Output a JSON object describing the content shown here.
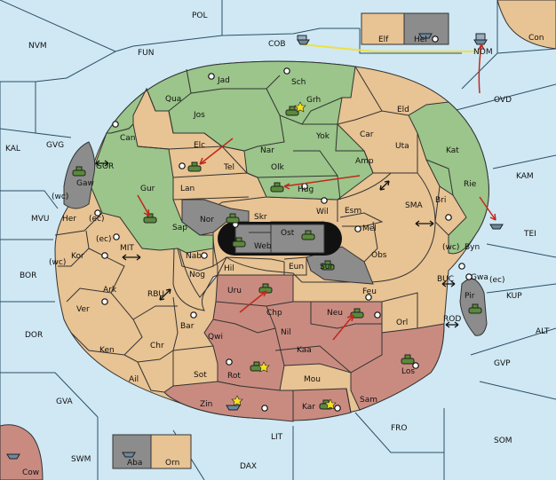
{
  "colors": {
    "sea": "#cfe8f4",
    "neutral": "#e8c393",
    "green": "#9bc58a",
    "red": "#c98b80",
    "grey": "#8c8c8c",
    "salmon": "#d9a18d",
    "arrow": "#c0291b",
    "convoy": "#f0e040"
  },
  "labels": {
    "POL": "POL",
    "NVM": "NVM",
    "FUN": "FUN",
    "COB": "COB",
    "Elf": "Elf",
    "Hel": "Hel",
    "NOM": "NOM",
    "Con": "Con",
    "Jad": "Jad",
    "Sch": "Sch",
    "OVD": "OVD",
    "Qua": "Qua",
    "Grh": "Grh",
    "Jos": "Jos",
    "Eld": "Eld",
    "KAL": "KAL",
    "GVG": "GVG",
    "Can": "Can",
    "Elc": "Elc",
    "Nar": "Nar",
    "Yok": "Yok",
    "Car": "Car",
    "Uta": "Uta",
    "Kat": "Kat",
    "Tel": "Tel",
    "Olk": "Olk",
    "Amp": "Amp",
    "GOR": "GOR",
    "Gaw": "Gaw",
    "KAM": "KAM",
    "Gur": "Gur",
    "Lan": "Lan",
    "Hug": "Hug",
    "Rie": "Rie",
    "Bri": "Bri",
    "wc1": "(wc)",
    "Her": "Her",
    "ec1": "(ec)",
    "MVU": "MVU",
    "Nor": "Nor",
    "Wil": "Wil",
    "Esm": "Esm",
    "SMA": "SMA",
    "Skr": "Skr",
    "Sap": "Sap",
    "Ost": "Ost",
    "Mel": "Mel",
    "ec2": "(ec)",
    "TEI": "TEI",
    "Web": "Web",
    "wc2": "(wc)",
    "Byn": "Byn",
    "Kor": "Kor",
    "MIT": "MIT",
    "Nab": "Nab",
    "Eun": "Eun",
    "Obs": "Obs",
    "wc3": "(wc)",
    "Gwa": "Gwa",
    "BOR": "BOR",
    "Hil": "Hil",
    "Sun": "Sun",
    "ec3": "(ec)",
    "BUC": "BUC",
    "Pir": "Pir",
    "KUP": "KUP",
    "Ark": "Ark",
    "RBU": "RBU",
    "Nog": "Nog",
    "Uru": "Uru",
    "Feu": "Feu",
    "Ver": "Ver",
    "Chp": "Chp",
    "Neu": "Neu",
    "Orl": "Orl",
    "ROD": "ROD",
    "Bar": "Bar",
    "DOR": "DOR",
    "Qwi": "Qwi",
    "Nil": "Nil",
    "ALT": "ALT",
    "Ken": "Ken",
    "Chr": "Chr",
    "Kaa": "Kaa",
    "GVP": "GVP",
    "Sot": "Sot",
    "Rot": "Rot",
    "Los": "Los",
    "Ail": "Ail",
    "Mou": "Mou",
    "GVA": "GVA",
    "Zin": "Zin",
    "Sam": "Sam",
    "Kar": "Kar",
    "FRO": "FRO",
    "LIT": "LIT",
    "SOM": "SOM",
    "SWM": "SWM",
    "Aba": "Aba",
    "Orn": "Orn",
    "DAX": "DAX",
    "Cow": "Cow"
  }
}
